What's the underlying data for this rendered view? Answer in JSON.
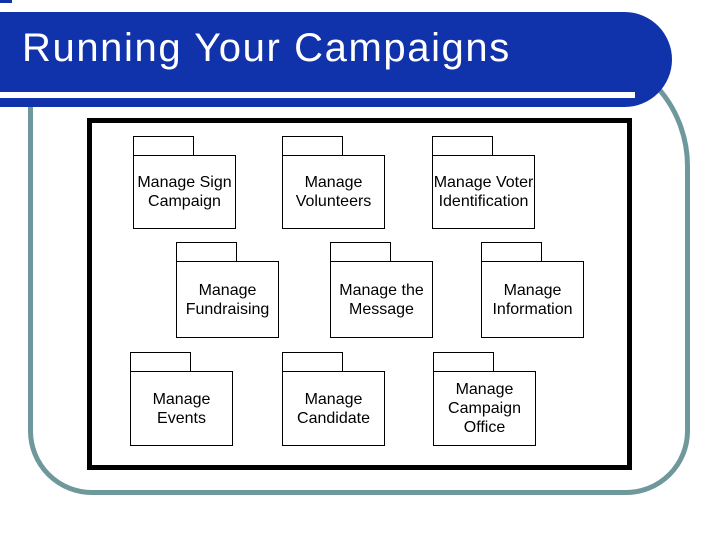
{
  "slide": {
    "title": "Running Your Campaigns"
  },
  "colors": {
    "header_blue": "#1033ab",
    "frame_teal": "#6f989c",
    "diagram_border": "#000000",
    "title_text": "#ffffff",
    "label_text": "#000000",
    "background": "#ffffff"
  },
  "diagram": {
    "type": "uml-package-diagram",
    "packages": [
      {
        "label": "Manage Sign\nCampaign"
      },
      {
        "label": "Manage\nVolunteers"
      },
      {
        "label": "Manage Voter\nIdentification"
      },
      {
        "label": "Manage\nFundraising"
      },
      {
        "label": "Manage the\nMessage"
      },
      {
        "label": "Manage\nInformation"
      },
      {
        "label": "Manage\nEvents"
      },
      {
        "label": "Manage\nCandidate"
      },
      {
        "label": "Manage\nCampaign\nOffice"
      }
    ]
  }
}
